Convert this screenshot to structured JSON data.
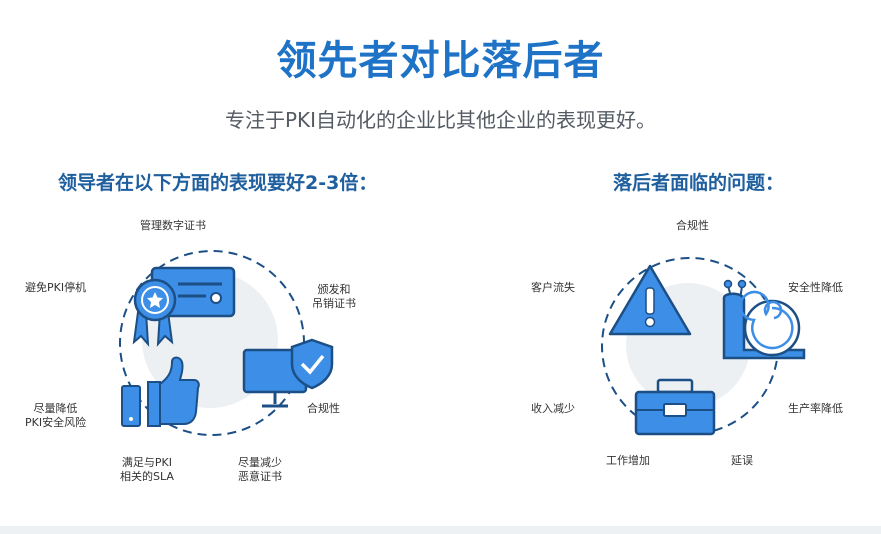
{
  "title": "领先者对比落后者",
  "subtitle": "专注于PKI自动化的企业比其他企业的表现更好。",
  "leaders": {
    "heading": "领导者在以下方面的表现要好2-3倍：",
    "items": {
      "manage_certs": "管理数字证书",
      "issue_line1": "颁发和",
      "issue_line2": "吊销证书",
      "compliance": "合规性",
      "reduce_line1": "尽量减少",
      "reduce_line2": "恶意证书",
      "sla_line1": "满足与PKI",
      "sla_line2": "相关的SLA",
      "risk_line1": "尽量降低",
      "risk_line2": "PKI安全风险",
      "outage": "避免PKI停机"
    }
  },
  "laggards": {
    "heading": "落后者面临的问题：",
    "items": {
      "compliance": "合规性",
      "security_drop": "安全性降低",
      "productivity_drop": "生产率降低",
      "delay": "延误",
      "workload": "工作增加",
      "revenue_loss": "收入减少",
      "customer_loss": "客户流失"
    }
  },
  "colors": {
    "brand_blue": "#1e73c6",
    "icon_blue": "#3d8ee6",
    "icon_dark": "#1c4f85",
    "circle_gray": "#edf0f3"
  },
  "icons": {
    "left": [
      "certificate-icon",
      "award-ribbon-icon",
      "thumbs-up-icon",
      "monitor-shield-icon"
    ],
    "right": [
      "warning-triangle-icon",
      "snail-icon",
      "toolbox-icon"
    ]
  }
}
